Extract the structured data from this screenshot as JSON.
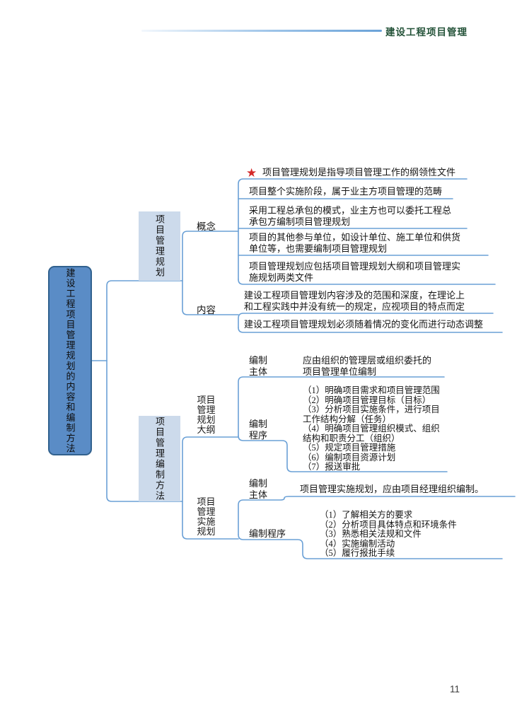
{
  "header": {
    "title": "建设工程项目管理"
  },
  "page_number": "11",
  "icons": {
    "star": "★"
  },
  "colors": {
    "connector": "#6aa0d6",
    "root_fill": "#5a8cc6",
    "root_border": "#31618e",
    "branch_fill": "#ccdaeb",
    "star": "#d42a2a",
    "header_title": "#235238"
  },
  "map": {
    "root": "建设工程项目管理规划的内容和编制方法",
    "b1": {
      "label": "项目管理规划",
      "concept": {
        "label": "概念",
        "l1": "项目管理规划是指导项目管理工作的纲领性文件",
        "l2": "项目整个实施阶段，属于业主方项目管理的范畴",
        "l3": [
          "采用工程总承包的模式，业主方也可以委托工程总",
          "承包方编制项目管理规划"
        ],
        "l4": [
          "项目的其他参与单位，如设计单位、施工单位和供货",
          "单位等，也需要编制项目管理规划"
        ],
        "l5": [
          "项目管理规划应包括项目管理规划大纲和项目管理实",
          "施规划两类文件"
        ]
      },
      "content": {
        "label": "内容",
        "l6": [
          "建设工程项目管理划内容涉及的范围和深度，在理论上",
          "和工程实践中并没有统一的规定，应视项目的特点而定"
        ],
        "l7": "建设工程项目管理规划必须随着情况的变化而进行动态调整"
      }
    },
    "b2": {
      "label": "项目管理编制方法",
      "outline": {
        "label": "项目管理规划大纲",
        "subject_label": [
          "编制",
          "主体"
        ],
        "subject": [
          "应由组织的管理层或组织委托的",
          "项目管理单位编制"
        ],
        "procedure_label": [
          "编制",
          "程序"
        ],
        "procedure": [
          "（1）明确项目需求和项目管理范围",
          "（2）明确项目管理目标（目标）",
          "（3）分析项目实施条件，进行项目",
          "工作结构分解（任务）",
          "（4）明确项目管理组织模式、组织",
          "结构和职责分工（组织）",
          "（5）规定项目管理措施",
          "（6）编制项目资源计划",
          "（7）报送审批"
        ]
      },
      "impl": {
        "label": "项目管理实施规划",
        "subject_label": [
          "编制",
          "主体"
        ],
        "subject": "项目管理实施规划，应由项目经理组织编制。",
        "procedure_label": "编制程序",
        "procedure": [
          "（1）了解相关方的要求",
          "（2）分析项目具体特点和环境条件",
          "（3）熟悉相关法规和文件",
          "（4）实施编制活动",
          "（5）履行报批手续"
        ]
      }
    }
  }
}
